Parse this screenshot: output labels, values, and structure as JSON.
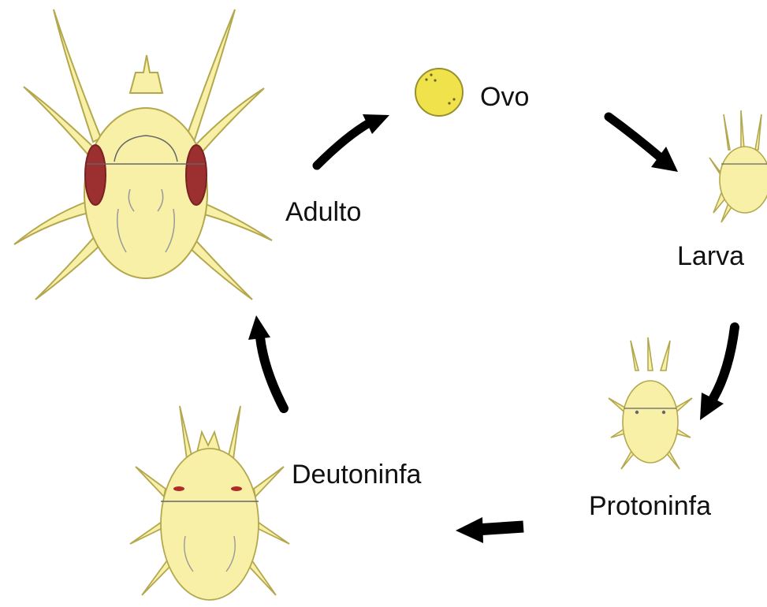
{
  "diagram": {
    "stages": {
      "egg": "Ovo",
      "larva": "Larva",
      "protonymph": "Protoninfa",
      "deutonymph": "Deutoninfa",
      "adult": "Adulto"
    },
    "colors": {
      "body_fill": "#f7f0a6",
      "body_stroke": "#b4a84e",
      "egg_fill": "#efe24a",
      "eye_spot": "#9c2f2f",
      "arrow": "#000000",
      "label_text": "#111111"
    },
    "icons": {
      "adult": "adult-mite-icon",
      "egg": "egg-icon",
      "larva": "larva-mite-icon",
      "protonymph": "protonymph-mite-icon",
      "deutonymph": "deutonymph-mite-icon",
      "arrow": "cycle-arrow-icon"
    }
  }
}
